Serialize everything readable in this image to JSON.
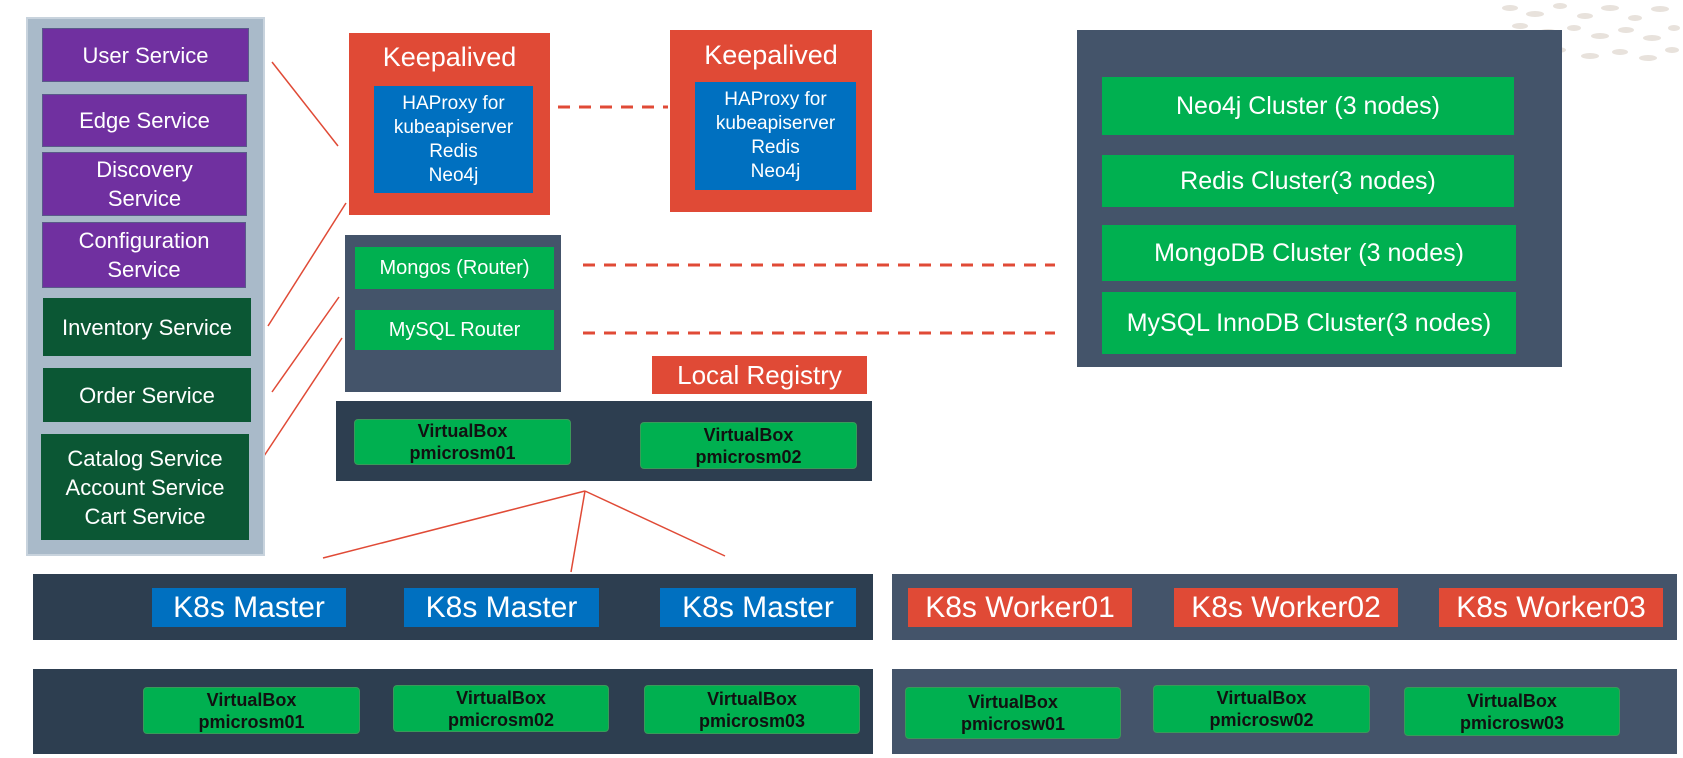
{
  "services": {
    "user": "User Service",
    "edge": "Edge Service",
    "discovery": "Discovery\nService",
    "configuration": "Configuration\nService",
    "inventory": "Inventory Service",
    "order": "Order Service",
    "catalog_group": "Catalog Service\nAccount Service\nCart Service"
  },
  "keepalived": [
    {
      "title": "Keepalived",
      "haproxy": "HAProxy for\nkubeapiserver\nRedis\nNeo4j"
    },
    {
      "title": "Keepalived",
      "haproxy": "HAProxy for\nkubeapiserver\nRedis\nNeo4j"
    }
  ],
  "routers": {
    "mongos": "Mongos (Router)",
    "mysql": "MySQL Router"
  },
  "local_registry": "Local Registry",
  "registry_vms": [
    "VirtualBox\npmicrosm01",
    "VirtualBox\npmicrosm02"
  ],
  "clusters": [
    "Neo4j Cluster (3 nodes)",
    "Redis Cluster(3 nodes)",
    "MongoDB Cluster (3 nodes)",
    "MySQL InnoDB Cluster(3 nodes)"
  ],
  "masters": [
    "K8s Master",
    "K8s Master",
    "K8s Master"
  ],
  "workers": [
    "K8s Worker01",
    "K8s Worker02",
    "K8s Worker03"
  ],
  "master_vms": [
    "VirtualBox\npmicrosm01",
    "VirtualBox\npmicrosm02",
    "VirtualBox\npmicrosm03"
  ],
  "worker_vms": [
    "VirtualBox\npmicrosw01",
    "VirtualBox\npmicrosw02",
    "VirtualBox\npmicrosw03"
  ],
  "colors": {
    "service_purple": "#7030a0",
    "service_dark_green": "#0b5734",
    "cluster_green": "#00b050",
    "keepalived_orange": "#e04a36",
    "haproxy_blue": "#0070c0",
    "panel_slate": "#44546a",
    "panel_navy": "#2d3e50",
    "connector_red": "#e04a36"
  }
}
